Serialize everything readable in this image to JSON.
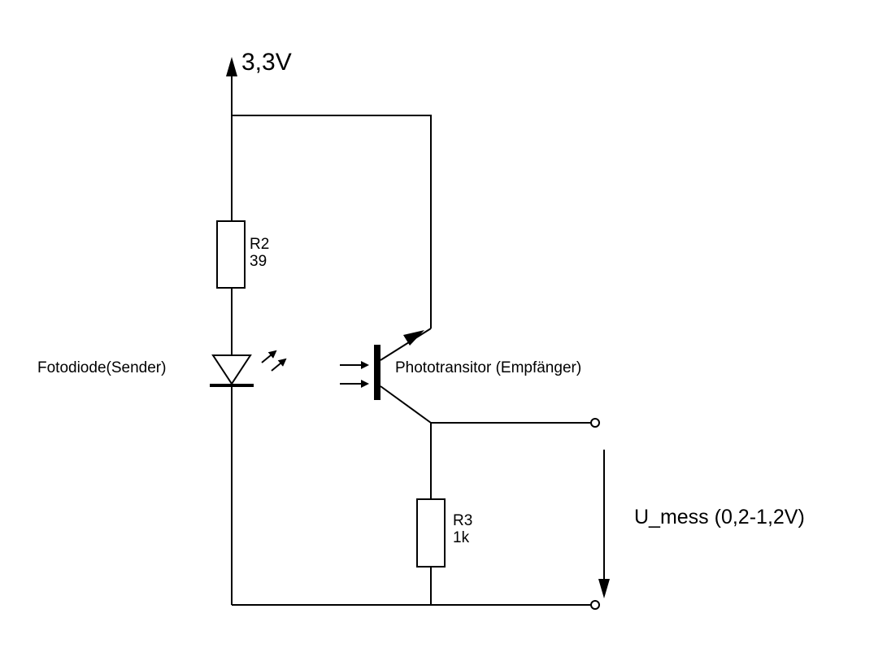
{
  "supply": {
    "label": "3,3V"
  },
  "r2": {
    "name": "R2",
    "value": "39"
  },
  "r3": {
    "name": "R3",
    "value": "1k"
  },
  "led": {
    "label": "Fotodiode(Sender)"
  },
  "phototransistor": {
    "label": "Phototransitor (Empfänger)"
  },
  "output": {
    "label": "U_mess (0,2-1,2V)"
  },
  "colors": {
    "line": "#000000",
    "background": "#ffffff"
  }
}
